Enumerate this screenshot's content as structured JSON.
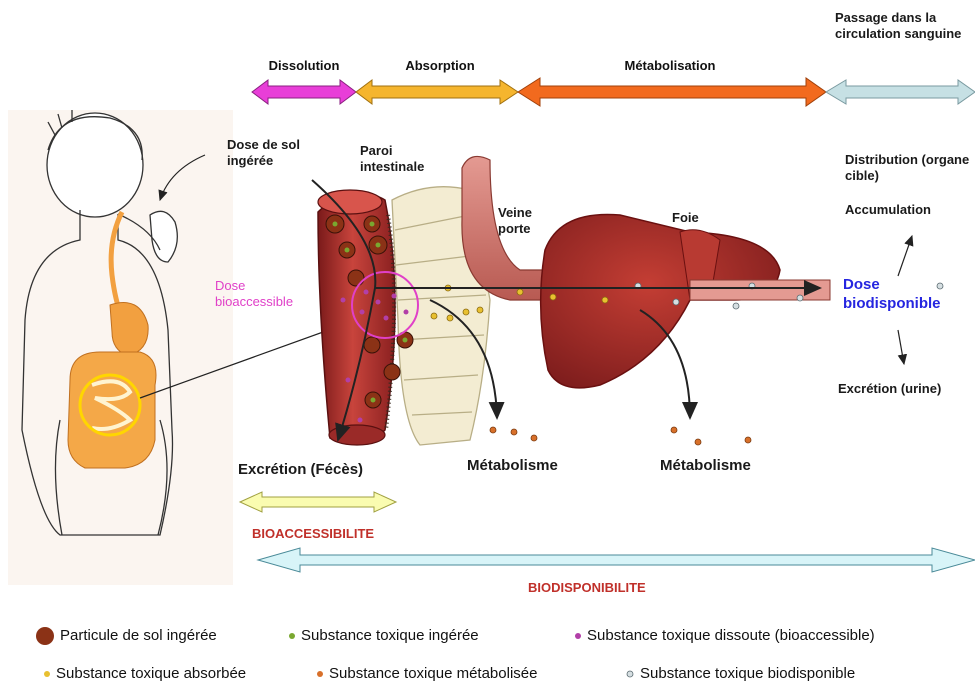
{
  "phases": [
    {
      "label": "Dissolution",
      "color": "#e83ed8"
    },
    {
      "label": "Absorption",
      "color": "#f5b52e"
    },
    {
      "label": "Métabolisation",
      "color": "#f26a1e"
    },
    {
      "label": "Passage dans la circulation sanguine",
      "color": "#c6e0e4"
    }
  ],
  "labels": {
    "dose_ingeree": "Dose de sol ingérée",
    "paroi": "Paroi intestinale",
    "veine_porte": "Veine porte",
    "foie": "Foie",
    "distribution": "Distribution (organe cible)",
    "accumulation": "Accumulation",
    "dose_bioaccessible": "Dose bioaccessible",
    "dose_biodisponible": "Dose biodisponible",
    "excretion_urine": "Excrétion (urine)",
    "excretion_feces": "Excrétion (Fécès)",
    "metabolisme_1": "Métabolisme",
    "metabolisme_2": "Métabolisme",
    "bioaccessibilite": "BIOACCESSIBILITE",
    "biodisponibilite": "BIODISPONIBILITE"
  },
  "legend": [
    {
      "label": "Particule de sol ingérée",
      "color": "#8b3216"
    },
    {
      "label": "Substance toxique ingérée",
      "color": "#7aa830"
    },
    {
      "label": "Substance toxique dissoute (bioaccessible)",
      "color": "#b23fa8"
    },
    {
      "label": "Substance toxique absorbée",
      "color": "#e8c030"
    },
    {
      "label": "Substance toxique métabolisée",
      "color": "#d8702a"
    },
    {
      "label": "Substance toxique biodisponible",
      "color": "#a8b4b8"
    }
  ],
  "colors": {
    "bioaccess_arrow": "#fafcb0",
    "biodispo_arrow": "#d8f4f8",
    "accent_red": "#c0302a",
    "accent_magenta": "#e040c8",
    "accent_blue": "#2525e0",
    "intestine": "#b02a2a",
    "liver": "#a0282a"
  }
}
